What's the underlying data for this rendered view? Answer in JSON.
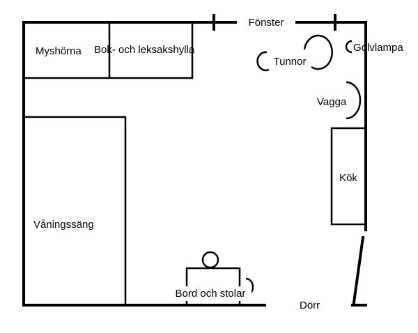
{
  "rooms": {
    "window": "Fönster",
    "cozy_corner": "Myshörna",
    "shelf": "Bok- och leksakshylla",
    "barrels": "Tunnor",
    "floor_lamp": "Golvlampa",
    "cradle": "Vagga",
    "kitchen": "Kök",
    "bunk_bed": "Våningssäng",
    "table_chairs": "Bord och stolar",
    "door": "Dörr"
  }
}
